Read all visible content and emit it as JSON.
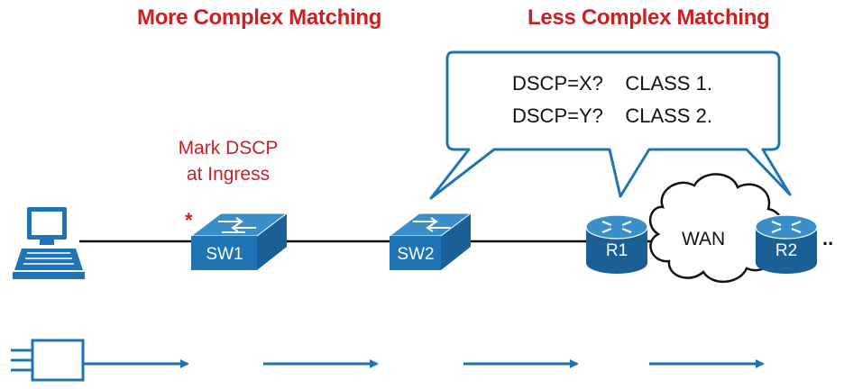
{
  "headings": {
    "left": "More Complex Matching",
    "right": "Less Complex Matching"
  },
  "callout": {
    "line1": "DSCP=X?    CLASS 1.",
    "line2": "DSCP=Y?    CLASS 2."
  },
  "mark_note": {
    "line1": "Mark DSCP",
    "line2": "at Ingress",
    "asterisk": "*"
  },
  "devices": {
    "pc": "pc-icon",
    "sw1": "SW1",
    "sw2": "SW2",
    "r1": "R1",
    "r2": "R2",
    "wan": "WAN",
    "ellipsis": ".."
  },
  "colors": {
    "heading_red": "#cc1f1f",
    "device_blue": "#1f74b5",
    "arrow_blue": "#1f74b5"
  }
}
